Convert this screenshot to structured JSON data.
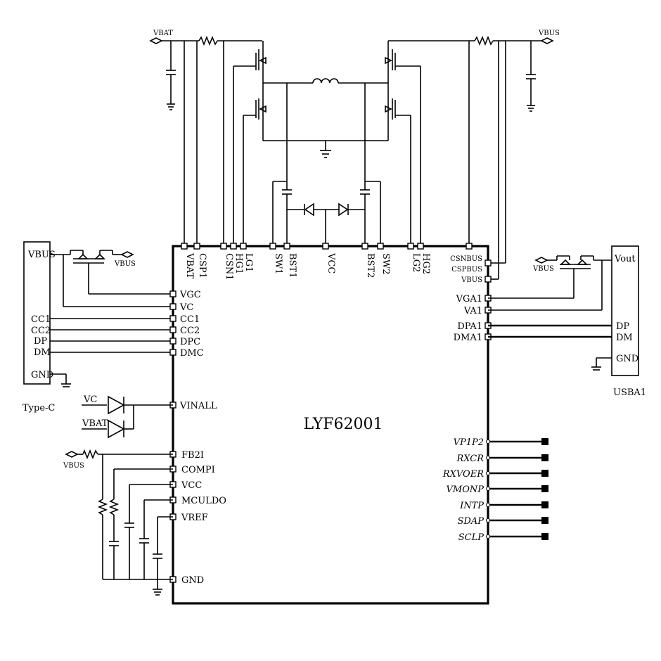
{
  "chip": {
    "name": "LYF62001",
    "top_pins": [
      "VBAT",
      "CSP1",
      "CSN1",
      "HG1",
      "LG1",
      "SW1",
      "BST1",
      "VCC",
      "BST2",
      "SW2",
      "LG2",
      "HG2"
    ],
    "top_right_pins": [
      "CSNBUS",
      "CSPBUS",
      "VBUS"
    ],
    "left_pins": [
      "VGC",
      "VC",
      "CC1",
      "CC2",
      "DPC",
      "DMC",
      "VINALL",
      "FB2I",
      "COMPI",
      "VCC",
      "MCULDO",
      "VREF",
      "GND"
    ],
    "right_pins": [
      "VGA1",
      "VA1",
      "DPA1",
      "DMA1"
    ],
    "right_io_pins": [
      "VP1P2",
      "RXCR",
      "RXVOER",
      "VMONP",
      "INTP",
      "SDAP",
      "SCLP"
    ]
  },
  "typec": {
    "name": "Type-C",
    "pins": [
      "VBUS",
      "CC1",
      "CC2",
      "DP",
      "DM",
      "GND"
    ]
  },
  "usba": {
    "name": "USBA1",
    "pins": [
      "Vout",
      "DP",
      "DM",
      "GND"
    ]
  },
  "nets": {
    "vbat_top": "VBAT",
    "vbus_top": "VBUS",
    "vbus_typec_fet": "VBUS",
    "vbus_usba_fet": "VBUS",
    "vbus_fb": "VBUS",
    "vc_diode": "VC",
    "vbat_diode": "VBAT"
  }
}
